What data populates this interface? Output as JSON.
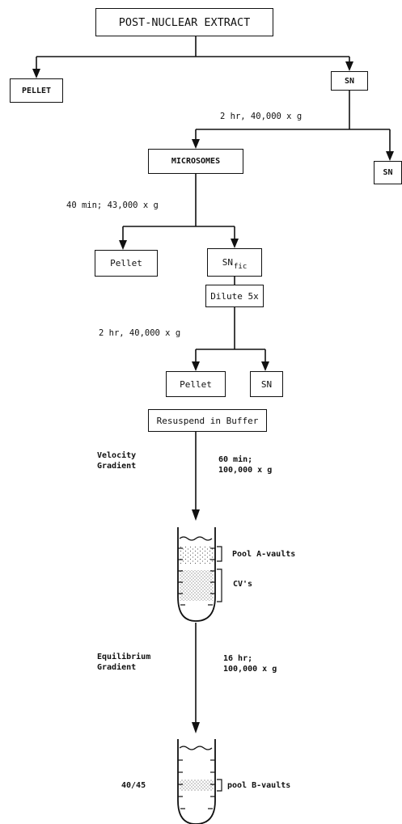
{
  "boxes": {
    "post_nuclear_extract": "POST-NUCLEAR EXTRACT",
    "pellet_top": "PELLET",
    "sn_top": "SN",
    "microsomes": "MICROSOMES",
    "sn_right": "SN",
    "pellet_mid": "Pellet",
    "sn_fic_main": "SN",
    "sn_fic_sub": "fic",
    "dilute": "Dilute 5x",
    "pellet_low": "Pellet",
    "sn_low": "SN",
    "resuspend": "Resuspend in Buffer"
  },
  "conditions": {
    "c1": "2 hr, 40,000 x g",
    "c2": "40 min; 43,000 x g",
    "c3": "2 hr, 40,000 x g",
    "velocity_left_1": "Velocity",
    "velocity_left_2": "Gradient",
    "velocity_right_1": "60 min;",
    "velocity_right_2": "100,000 x g",
    "equilibrium_left_1": "Equilibrium",
    "equilibrium_left_2": "Gradient",
    "equilibrium_right_1": "16 hr;",
    "equilibrium_right_2": "100,000 x g"
  },
  "tube_labels": {
    "pool_a": "Pool A-vaults",
    "cvs": "CV's",
    "fraction": "40/45",
    "pool_b": "pool B-vaults"
  }
}
